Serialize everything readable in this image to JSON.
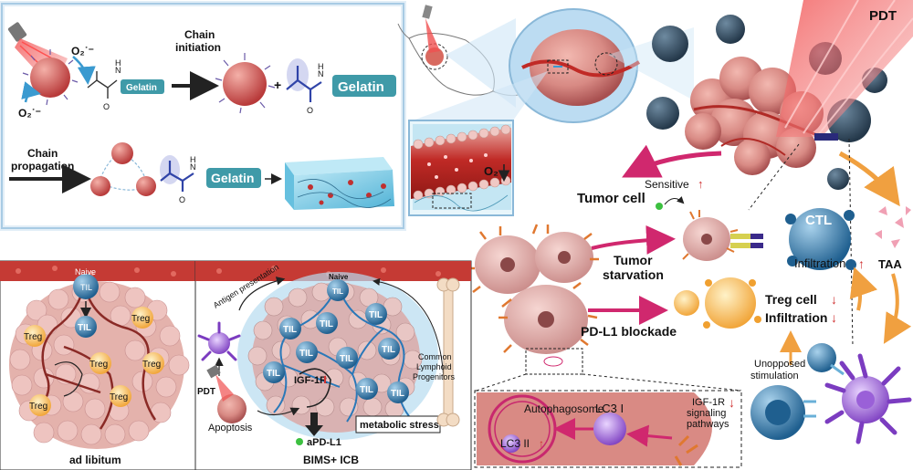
{
  "chem": {
    "o2_radical_top": "O₂˙⁻",
    "o2_radical_left": "O₂˙⁻",
    "chain_initiation": "Chain\ninitiation",
    "chain_propagation": "Chain\npropagation",
    "gelatin": "Gelatin",
    "plus": "+",
    "nh": "N",
    "h": "H",
    "o": "O"
  },
  "vessel": {
    "o2_label": "O₂"
  },
  "right": {
    "pdt": "PDT",
    "tumor_cell": "Tumor cell",
    "sensitive": "Sensitive",
    "tumor_starvation": "Tumor\nstarvation",
    "pdl1_blockade": "PD-L1 blockade",
    "ctl": "CTL",
    "infiltration_up": "Infiltration",
    "taa": "TAA",
    "treg_cell": "Treg cell",
    "infiltration_down": "Infiltration",
    "unopposed": "Unopposed\nstimulation",
    "autophagosome": "Autophagosome",
    "lc3_i": "LC3 I",
    "lc3_ii": "LC3 II",
    "igf_pathway": "IGF-1R\nsignaling\npathways"
  },
  "left_panel": {
    "naive_til": "Naive\nTIL",
    "til": "TIL",
    "treg": "Treg",
    "caption": "ad libitum"
  },
  "mid_panel": {
    "antigen_presentation": "Antigen presentation",
    "naive_til": "Naive\nTIL",
    "til": "TIL",
    "igf1r": "IGF-1R",
    "pdt": "PDT",
    "apoptosis": "Apoptosis",
    "apdl1": "aPD-L1",
    "metabolic_stress": "metabolic stress",
    "progenitors": "Common\nLymphoid\nProgenitors",
    "caption": "BIMS+ ICB"
  },
  "colors": {
    "frame_blue": "#8ab8d8",
    "gelatin_teal": "#3f9aa8",
    "tumor_red": "#b84a4a",
    "arrow_magenta": "#d0286e",
    "arrow_orange": "#f0a040",
    "til_blue": "#4a8ab8",
    "treg_orange": "#f3c27a"
  }
}
